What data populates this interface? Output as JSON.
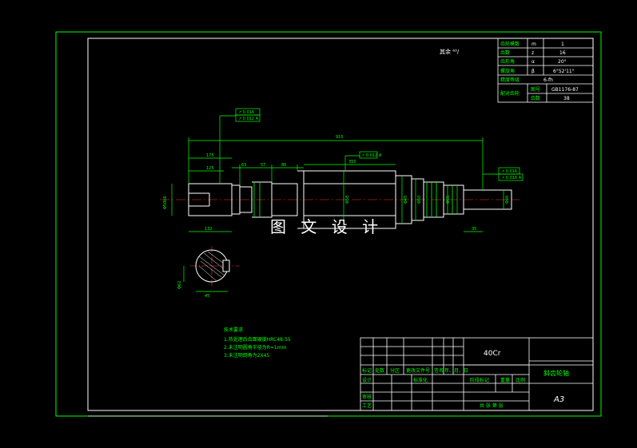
{
  "surface_finish": "其余 ⁶³∕",
  "gear_params": [
    {
      "name": "齿轮模数",
      "sym": "m",
      "val": "1"
    },
    {
      "name": "齿数",
      "sym": "z",
      "val": "16"
    },
    {
      "name": "齿形角",
      "sym": "α",
      "val": "20°"
    },
    {
      "name": "螺旋角",
      "sym": "β",
      "val": "6°52'11\""
    }
  ],
  "accuracy": {
    "name": "精度等级",
    "val": "6-fh"
  },
  "ref": {
    "name": "配对齿轮",
    "r1_label": "图号",
    "r1_val": "GB1176-87",
    "r2_label": "齿数",
    "r2_val": "38"
  },
  "dims": {
    "overall": "910",
    "d175": "175",
    "d125": "125",
    "d63": "63",
    "d57": "57",
    "d80": "80",
    "d350": "350",
    "d132": "132",
    "d35": "35",
    "dia_left": "Φ50k6",
    "dia_mid": "Φ58",
    "dia_r1": "Φ45",
    "dia_r2": "Φ50",
    "dia_r3": "Φ55",
    "dia_r4": "Φ40",
    "section_w": "45",
    "section_h": "Φ62"
  },
  "tol": [
    {
      "sym": "↗",
      "val": "0.016",
      "ref": ""
    },
    {
      "sym": "↗",
      "val": "0.012",
      "ref": "A"
    },
    {
      "sym": "↗",
      "val": "0.012",
      "ref": "A"
    },
    {
      "sym": "↗",
      "val": "0.016",
      "ref": ""
    },
    {
      "sym": "↗",
      "val": "0.016",
      "ref": "A"
    }
  ],
  "tech": {
    "title": "技术要求",
    "lines": [
      "1.热处理后齿面硬度HRC48-55",
      "2.未注明圆角半径为R=1mm",
      "3.未注明倒角为2X45"
    ]
  },
  "watermark": "图 文 设 计",
  "title_block": {
    "material": "40Cr",
    "part_name": "斜齿轮轴",
    "sheet_size": "A3",
    "row_labels": [
      "标记",
      "处数",
      "分区",
      "更改文件号",
      "签名",
      "年、月、日"
    ],
    "designer": "设计",
    "standard": "标准化",
    "stage": "阶段标记",
    "weight": "重量",
    "scale": "比例",
    "reviewer": "审核",
    "process": "工艺",
    "sheets": "共  张 第  张"
  }
}
